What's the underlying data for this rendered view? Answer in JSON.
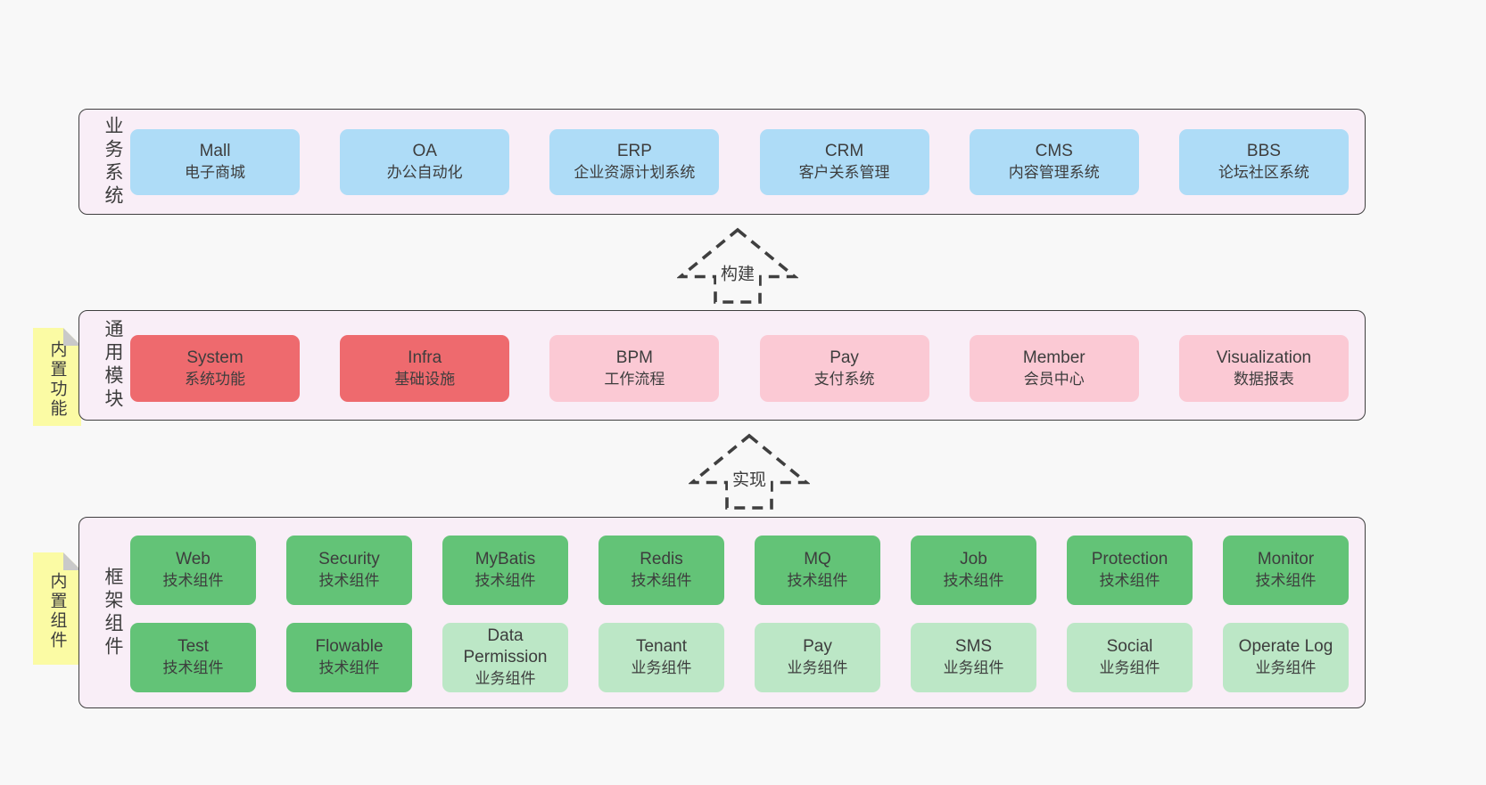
{
  "palette": {
    "page_bg": "#f8f8f8",
    "panel_bg": "#f9eef7",
    "panel_border": "#3f3f3f",
    "blue_box": "#aedcf7",
    "red_box": "#ee6a6e",
    "pink_box": "#fbc9d4",
    "green_dark_box": "#63c377",
    "green_light_box": "#bce7c6",
    "note_bg": "#fbfba4",
    "note_fold": "#c9c9c9",
    "text": "#3d3d3d"
  },
  "notes": [
    {
      "label": "内置功能"
    },
    {
      "label": "内置组件"
    }
  ],
  "arrows": [
    {
      "label": "构建"
    },
    {
      "label": "实现"
    }
  ],
  "layers": {
    "business": {
      "label": "业务系统",
      "boxes": [
        {
          "name": "Mall",
          "subtitle": "电子商城"
        },
        {
          "name": "OA",
          "subtitle": "办公自动化"
        },
        {
          "name": "ERP",
          "subtitle": "企业资源计划系统"
        },
        {
          "name": "CRM",
          "subtitle": "客户关系管理"
        },
        {
          "name": "CMS",
          "subtitle": "内容管理系统"
        },
        {
          "name": "BBS",
          "subtitle": "论坛社区系统"
        }
      ]
    },
    "modules": {
      "label": "通用模块",
      "boxes": [
        {
          "name": "System",
          "subtitle": "系统功能"
        },
        {
          "name": "Infra",
          "subtitle": "基础设施"
        },
        {
          "name": "BPM",
          "subtitle": "工作流程"
        },
        {
          "name": "Pay",
          "subtitle": "支付系统"
        },
        {
          "name": "Member",
          "subtitle": "会员中心"
        },
        {
          "name": "Visualization",
          "subtitle": "数据报表"
        }
      ]
    },
    "framework": {
      "label": "框架组件",
      "row1": [
        {
          "name": "Web",
          "subtitle": "技术组件"
        },
        {
          "name": "Security",
          "subtitle": "技术组件"
        },
        {
          "name": "MyBatis",
          "subtitle": "技术组件"
        },
        {
          "name": "Redis",
          "subtitle": "技术组件"
        },
        {
          "name": "MQ",
          "subtitle": "技术组件"
        },
        {
          "name": "Job",
          "subtitle": "技术组件"
        },
        {
          "name": "Protection",
          "subtitle": "技术组件"
        },
        {
          "name": "Monitor",
          "subtitle": "技术组件"
        }
      ],
      "row2": [
        {
          "name": "Test",
          "subtitle": "技术组件"
        },
        {
          "name": "Flowable",
          "subtitle": "技术组件"
        },
        {
          "name": "Data Permission",
          "subtitle": "业务组件"
        },
        {
          "name": "Tenant",
          "subtitle": "业务组件"
        },
        {
          "name": "Pay",
          "subtitle": "业务组件"
        },
        {
          "name": "SMS",
          "subtitle": "业务组件"
        },
        {
          "name": "Social",
          "subtitle": "业务组件"
        },
        {
          "name": "Operate Log",
          "subtitle": "业务组件"
        }
      ]
    }
  }
}
